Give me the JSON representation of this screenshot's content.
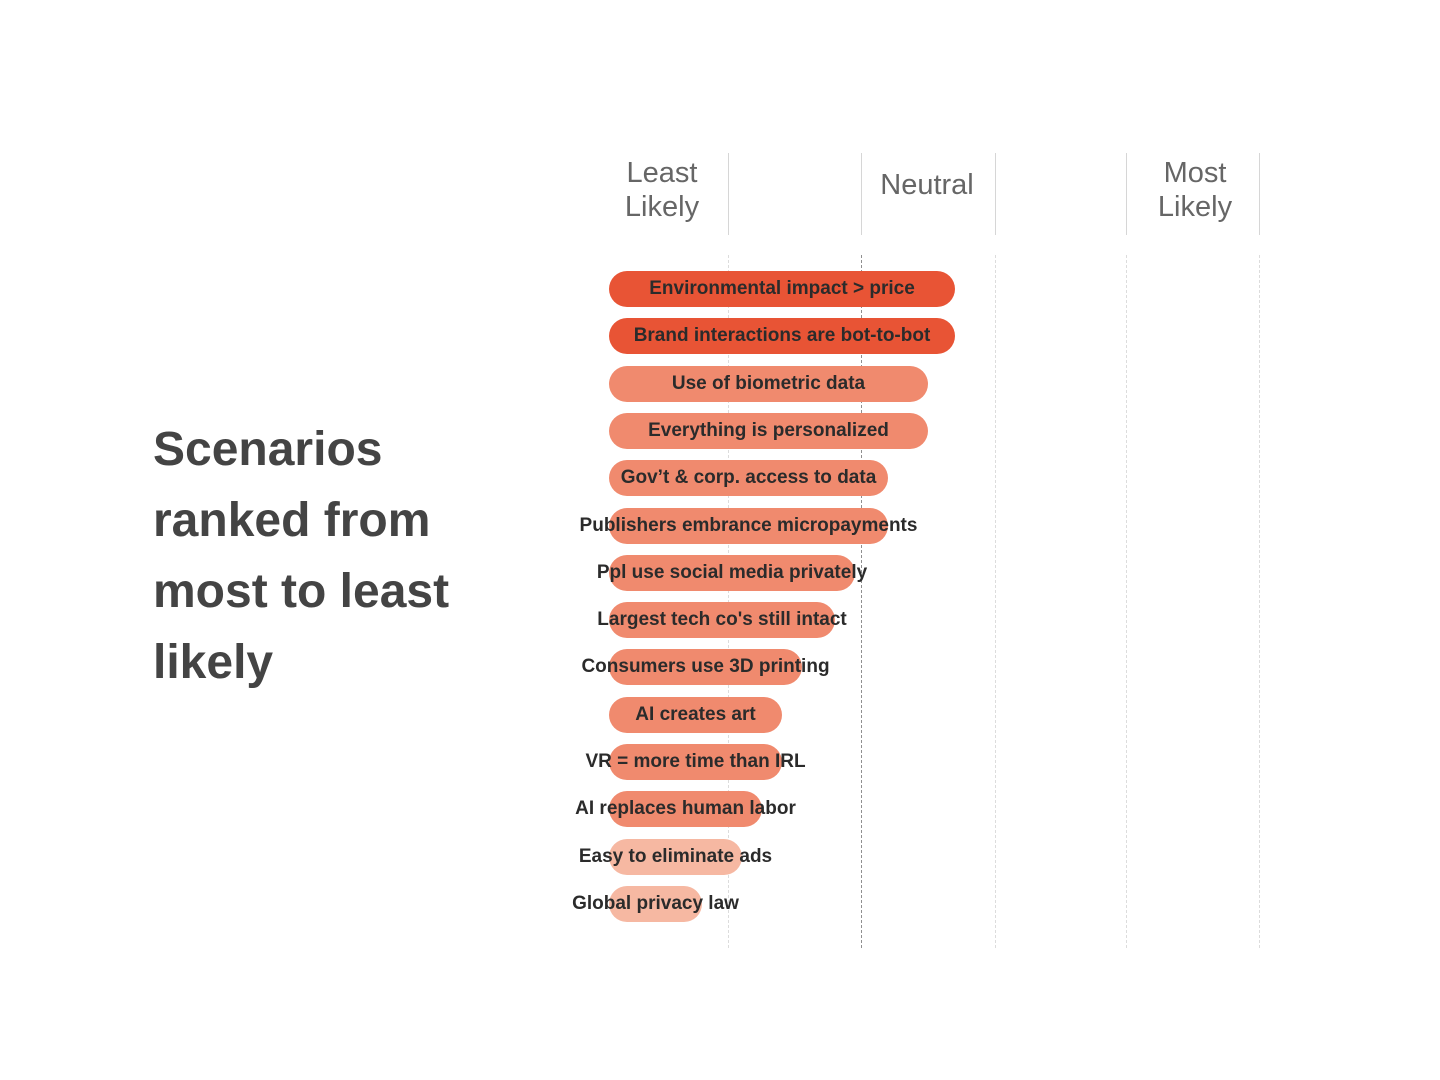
{
  "title": "Scenarios ranked from most to least likely",
  "colors": {
    "high": "#e85435",
    "mid": "#f08a6e",
    "low": "#f6b8a2",
    "title": "#444444",
    "scale_text": "#666666"
  },
  "scale_labels": [
    "Least\nLikely",
    "",
    "Neutral",
    "",
    "Most\nLikely"
  ],
  "chart_data": {
    "type": "bar",
    "orientation": "horizontal",
    "xlim": [
      1,
      5
    ],
    "x_tick_labels": [
      "Least Likely",
      "",
      "Neutral",
      "",
      "Most Likely"
    ],
    "grid": true,
    "categories": [
      "Environmental impact > price",
      "Brand interactions are bot-to-bot",
      "Use of biometric data",
      "Everything is personalized",
      "Gov’t & corp. access to data",
      "Publishers embrance micropayments",
      "Ppl use social media privately",
      "Largest tech co's still intact",
      "Consumers use 3D printing",
      "AI creates art",
      "VR = more time than IRL",
      "AI replaces human labor",
      "Easy to eliminate ads",
      "Global privacy law"
    ],
    "values": [
      3.6,
      3.6,
      3.4,
      3.4,
      3.1,
      3.1,
      2.85,
      2.7,
      2.45,
      2.3,
      2.3,
      2.15,
      2.0,
      1.7
    ],
    "bar_colors": [
      "#e85435",
      "#e85435",
      "#f08a6e",
      "#f08a6e",
      "#f08a6e",
      "#f08a6e",
      "#f08a6e",
      "#f08a6e",
      "#f08a6e",
      "#f08a6e",
      "#f08a6e",
      "#f08a6e",
      "#f6b8a2",
      "#f6b8a2"
    ]
  }
}
